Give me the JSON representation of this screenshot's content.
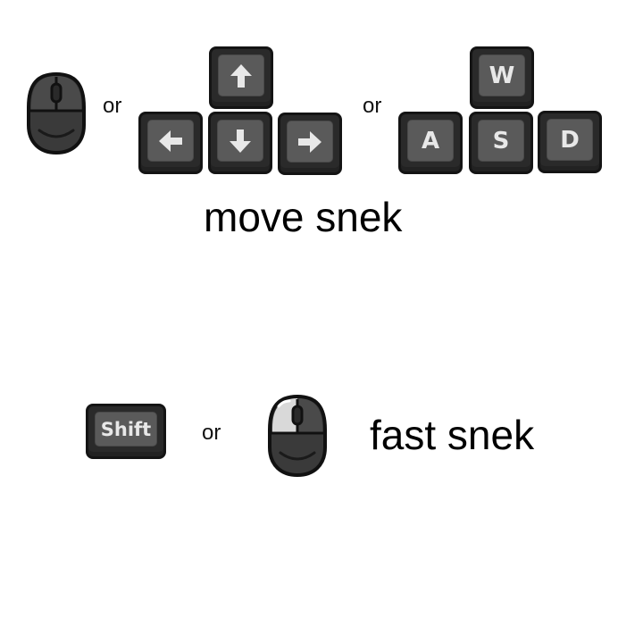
{
  "move_section": {
    "or_1": "or",
    "or_2": "or",
    "arrow_keys": {
      "up": "arrow-up-icon",
      "left": "arrow-left-icon",
      "down": "arrow-down-icon",
      "right": "arrow-right-icon"
    },
    "wasd": {
      "w": "W",
      "a": "A",
      "s": "S",
      "d": "D"
    },
    "caption": "move snek"
  },
  "fast_section": {
    "shift_label": "Shift",
    "or": "or",
    "caption": "fast snek"
  },
  "colors": {
    "key_body": "#2a2a2a",
    "key_face": "#5a5a5a",
    "key_glyph": "#e8e8e8",
    "mouse_highlight": "#d9d9d9"
  }
}
